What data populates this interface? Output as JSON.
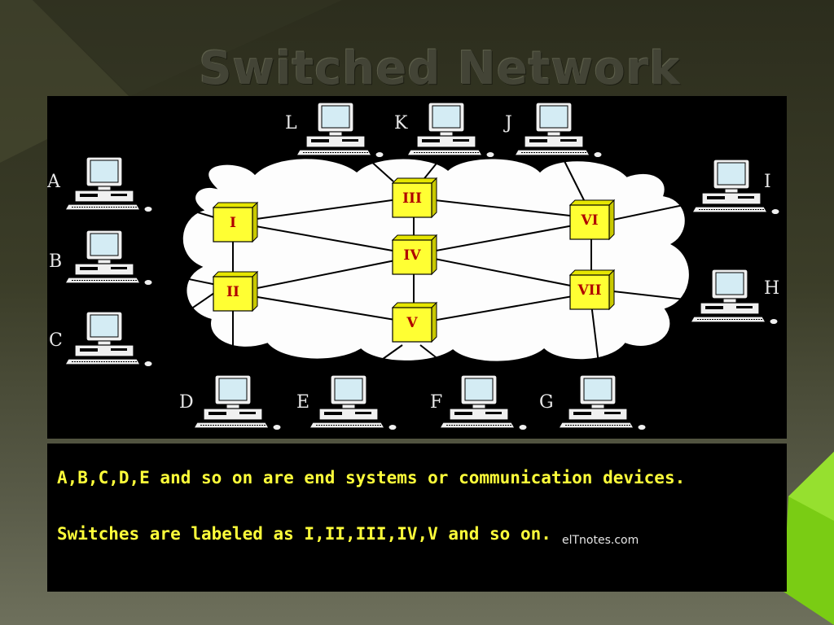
{
  "title": "Switched Network",
  "switches": [
    "I",
    "II",
    "III",
    "IV",
    "V",
    "VI",
    "VII"
  ],
  "devices": [
    "A",
    "B",
    "C",
    "D",
    "E",
    "F",
    "G",
    "H",
    "I",
    "J",
    "K",
    "L"
  ],
  "caption": {
    "line1": "A,B,C,D,E and so on are end systems or communication devices.",
    "line2": "Switches are labeled as I,II,III,IV,V and so on."
  },
  "credit": "elTnotes.com",
  "colors": {
    "switch_fill": "#ffff33",
    "switch_label": "#b00000",
    "caption_text": "#ffff3a",
    "accent_green": "#7acc14"
  }
}
